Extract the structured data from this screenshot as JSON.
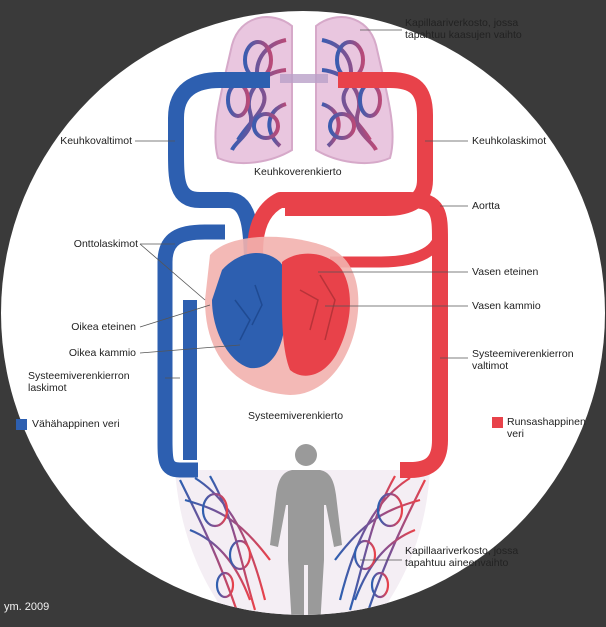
{
  "colors": {
    "background": "#3a3a3a",
    "circle": "#ffffff",
    "oxygen_poor": "#2d5fb0",
    "oxygen_rich": "#e8424a",
    "lung_tissue": "#e9c6df",
    "body_silhouette": "#9a9a9a"
  },
  "labels": {
    "lung_capillaries": "Kapillaariverkosto, jossa tapahtuu kaasujen vaihto",
    "pulmonary_arteries": "Keuhkovaltimot",
    "pulmonary_veins": "Keuhkolaskimot",
    "pulmonary_circulation": "Keuhkoverenkierto",
    "aorta": "Aortta",
    "vena_cava": "Onttolaskimot",
    "left_atrium": "Vasen eteinen",
    "left_ventricle": "Vasen kammio",
    "right_atrium": "Oikea eteinen",
    "right_ventricle": "Oikea kammio",
    "systemic_veins": "Systeemiverenkierron laskimot",
    "systemic_arteries": "Systeemiverenkierron valtimot",
    "systemic_circulation": "Systeemiverenkierto",
    "body_capillaries": "Kapillaariverkosto, jossa tapahtuu aineenvaihto"
  },
  "legend": {
    "deoxygenated": "Vähähappinen veri",
    "oxygenated": "Runsashappinen veri"
  },
  "credit": "ym. 2009"
}
